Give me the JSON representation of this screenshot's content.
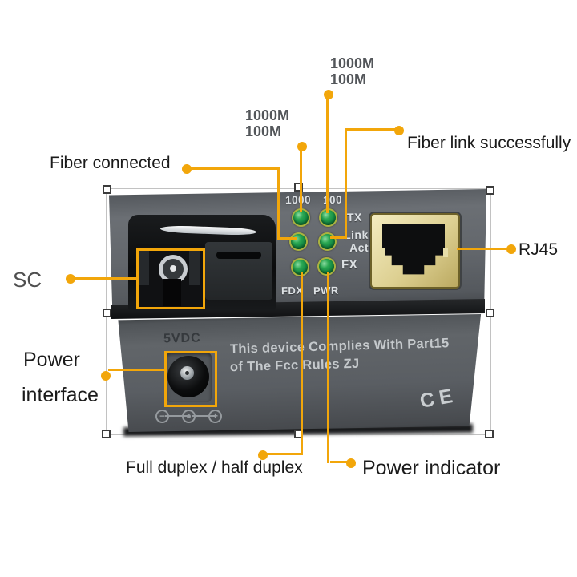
{
  "colors": {
    "annotation_orange": "#F2A60A",
    "device_gray": "#5d6166",
    "led_green": "#1f9e49",
    "rj45_bezel": "#e6dda9"
  },
  "callouts": {
    "speed_top_line1": "1000M",
    "speed_top_line2": "100M",
    "speed_mid_line1": "1000M",
    "speed_mid_line2": "100M",
    "fiber_link": "Fiber link successfully",
    "fiber_connected": "Fiber connected",
    "sc": "SC",
    "rj45": "RJ45",
    "power_interface_line1": "Power",
    "power_interface_line2": "interface",
    "full_duplex": "Full duplex / half duplex",
    "power_indicator": "Power indicator"
  },
  "device_top_panel": {
    "col_1000": "1000",
    "col_100": "100",
    "row_tx": "TX",
    "row_link": "Link",
    "row_act": "Act",
    "row_fx": "FX",
    "label_fdx": "FDX",
    "label_pwr": "PWR"
  },
  "device_bottom_panel": {
    "voltage": "5VDC",
    "fcc_line1": "This device Complies With Part15",
    "fcc_line2": "of The Fcc Rules ZJ",
    "ce_mark": "CE",
    "polarity_minus": "−",
    "polarity_plus": "+"
  }
}
